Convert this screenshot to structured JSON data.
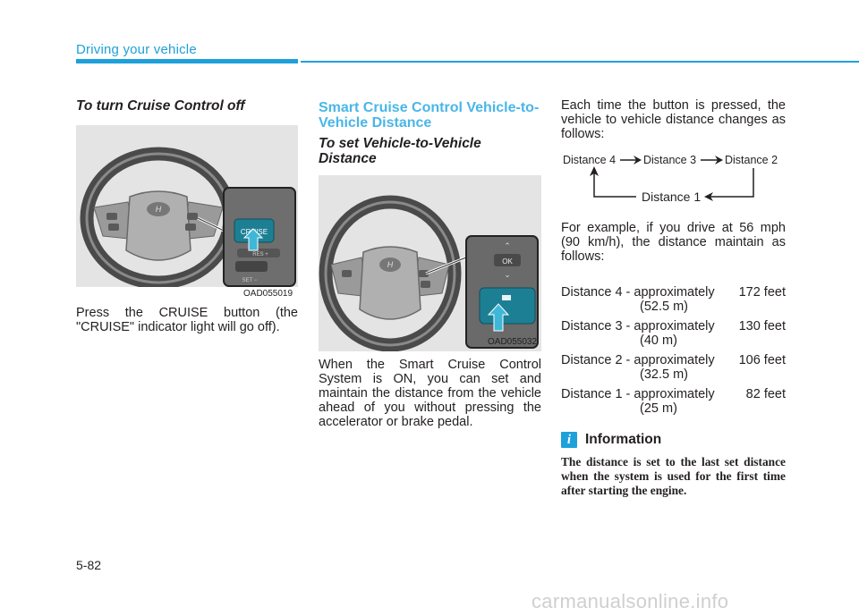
{
  "header": {
    "section_title": "Driving your vehicle"
  },
  "column1": {
    "heading": "To turn Cruise Control off",
    "figure": {
      "code": "OAD055019",
      "button_labels": [
        "CRUISE",
        "RES +",
        "SET −"
      ]
    },
    "body": "Press the CRUISE button (the \"CRUISE\" indicator light will go off)."
  },
  "column2": {
    "heading": "Smart Cruise Control Vehicle-to-Vehicle Distance",
    "subheading": "To set Vehicle-to-Vehicle Distance",
    "figure": {
      "code": "OAD055032",
      "button_labels": [
        "OK"
      ]
    },
    "body": "When the Smart Cruise Control System is ON, you can set and maintain the distance from the vehicle ahead of you without pressing the accelerator or brake pedal."
  },
  "column3": {
    "intro": "Each time the button is pressed, the vehicle to vehicle distance changes as follows:",
    "diagram": {
      "d4": "Distance 4",
      "d3": "Distance 3",
      "d2": "Distance 2",
      "d1": "Distance 1"
    },
    "example": "For example, if you drive at 56 mph (90 km/h), the distance maintain as follows:",
    "distances": [
      {
        "label": "Distance 4 - approximately",
        "feet": "172 feet",
        "metric": "(52.5 m)"
      },
      {
        "label": "Distance 3 - approximately",
        "feet": "130 feet",
        "metric": "(40 m)"
      },
      {
        "label": "Distance 2 - approximately",
        "feet": "106 feet",
        "metric": "(32.5 m)"
      },
      {
        "label": "Distance 1 - approximately",
        "feet": "82 feet",
        "metric": "(25 m)"
      }
    ],
    "information": {
      "icon": "i",
      "title": "Information",
      "body": "The distance is set to the last set distance when the system is used for the first time after starting the engine."
    }
  },
  "footer": {
    "page_number": "5-82",
    "watermark": "carmanualsonline.info"
  },
  "colors": {
    "accent": "#1ea0da",
    "heading_blue": "#49b6e8",
    "text": "#231f20"
  }
}
